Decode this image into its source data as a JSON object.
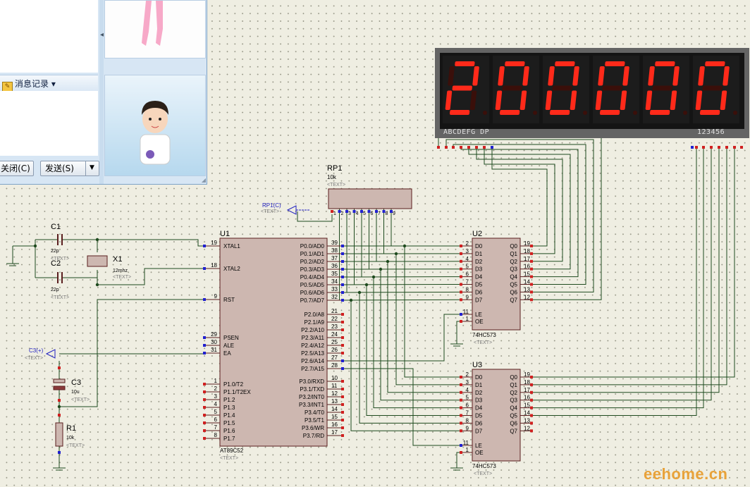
{
  "chat": {
    "history_label": "消息记录",
    "close_label": "关闭(C)",
    "send_label": "发送(S)"
  },
  "display": {
    "digits": [
      "2",
      "0",
      "0",
      "0",
      "0",
      "0"
    ],
    "label_left": "ABCDEFG  DP",
    "label_right": "123456",
    "segment_color": "#ff2a1a"
  },
  "components": {
    "rp1": {
      "name": "RP1",
      "value": "10k",
      "text": "<TEXT>",
      "probe": "RP1(C)",
      "pins": [
        "1",
        "2",
        "3",
        "4",
        "5",
        "6",
        "7",
        "8",
        "9"
      ]
    },
    "c1": {
      "name": "C1",
      "value": "22p",
      "text": "<TEXT>"
    },
    "c2": {
      "name": "C2",
      "value": "22p",
      "text": "<TEXT>"
    },
    "x1": {
      "name": "X1",
      "value": "12mhz",
      "text": "<TEXT>"
    },
    "c3": {
      "name": "C3",
      "value": "10u",
      "text": "<TEXT>",
      "probe": "C3(+)"
    },
    "r1": {
      "name": "R1",
      "value": "10k",
      "text": "<TEXT>"
    },
    "u1": {
      "name": "U1",
      "part": "AT89C52",
      "text": "<TEXT>",
      "left_pins": [
        {
          "num": "19",
          "label": "XTAL1"
        },
        {
          "num": "18",
          "label": "XTAL2"
        },
        {
          "num": "9",
          "label": "RST"
        },
        {
          "num": "29",
          "label": "PSEN"
        },
        {
          "num": "30",
          "label": "ALE"
        },
        {
          "num": "31",
          "label": "EA"
        },
        {
          "num": "1",
          "label": "P1.0/T2"
        },
        {
          "num": "2",
          "label": "P1.1/T2EX"
        },
        {
          "num": "3",
          "label": "P1.2"
        },
        {
          "num": "4",
          "label": "P1.3"
        },
        {
          "num": "5",
          "label": "P1.4"
        },
        {
          "num": "6",
          "label": "P1.5"
        },
        {
          "num": "7",
          "label": "P1.6"
        },
        {
          "num": "8",
          "label": "P1.7"
        }
      ],
      "right_pins": [
        {
          "num": "39",
          "label": "P0.0/AD0"
        },
        {
          "num": "38",
          "label": "P0.1/AD1"
        },
        {
          "num": "37",
          "label": "P0.2/AD2"
        },
        {
          "num": "36",
          "label": "P0.3/AD3"
        },
        {
          "num": "35",
          "label": "P0.4/AD4"
        },
        {
          "num": "34",
          "label": "P0.5/AD5"
        },
        {
          "num": "33",
          "label": "P0.6/AD6"
        },
        {
          "num": "32",
          "label": "P0.7/AD7"
        },
        {
          "num": "21",
          "label": "P2.0/A8"
        },
        {
          "num": "22",
          "label": "P2.1/A9"
        },
        {
          "num": "23",
          "label": "P2.2/A10"
        },
        {
          "num": "24",
          "label": "P2.3/A11"
        },
        {
          "num": "25",
          "label": "P2.4/A12"
        },
        {
          "num": "26",
          "label": "P2.5/A13"
        },
        {
          "num": "27",
          "label": "P2.6/A14"
        },
        {
          "num": "28",
          "label": "P2.7/A15"
        },
        {
          "num": "10",
          "label": "P3.0/RXD"
        },
        {
          "num": "11",
          "label": "P3.1/TXD"
        },
        {
          "num": "12",
          "label": "P3.2/INT0"
        },
        {
          "num": "13",
          "label": "P3.3/INT1"
        },
        {
          "num": "14",
          "label": "P3.4/T0"
        },
        {
          "num": "15",
          "label": "P3.5/T1"
        },
        {
          "num": "16",
          "label": "P3.6/WR"
        },
        {
          "num": "17",
          "label": "P3.7/RD"
        }
      ]
    },
    "u2": {
      "name": "U2",
      "part": "74HC573",
      "text": "<TEXT>"
    },
    "u3": {
      "name": "U3",
      "part": "74HC573",
      "text": "<TEXT>"
    },
    "latch": {
      "d_pins": [
        {
          "num": "2",
          "label": "D0"
        },
        {
          "num": "3",
          "label": "D1"
        },
        {
          "num": "4",
          "label": "D2"
        },
        {
          "num": "5",
          "label": "D3"
        },
        {
          "num": "6",
          "label": "D4"
        },
        {
          "num": "7",
          "label": "D5"
        },
        {
          "num": "8",
          "label": "D6"
        },
        {
          "num": "9",
          "label": "D7"
        }
      ],
      "q_pins": [
        {
          "num": "19",
          "label": "Q0"
        },
        {
          "num": "18",
          "label": "Q1"
        },
        {
          "num": "17",
          "label": "Q2"
        },
        {
          "num": "16",
          "label": "Q3"
        },
        {
          "num": "15",
          "label": "Q4"
        },
        {
          "num": "14",
          "label": "Q5"
        },
        {
          "num": "13",
          "label": "Q6"
        },
        {
          "num": "12",
          "label": "Q7"
        }
      ],
      "le": {
        "num": "11",
        "label": "LE"
      },
      "oe": {
        "num": "1",
        "label": "OE"
      }
    }
  },
  "watermark": "eehome.cn"
}
